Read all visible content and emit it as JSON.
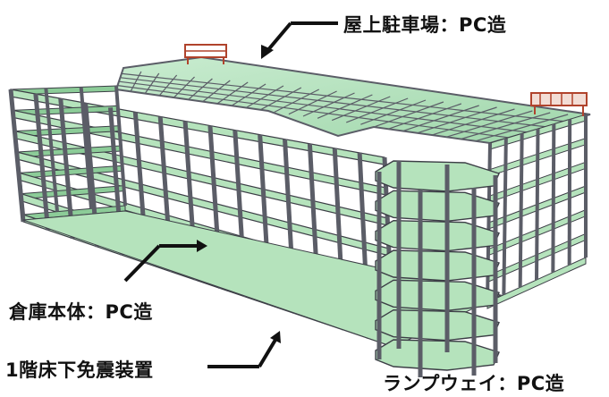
{
  "labels": {
    "roof_parking": "屋上駐車場：PC造",
    "warehouse_body": "倉庫本体：PC造",
    "seismic_isolation": "1階床下免震装置",
    "rampway": "ランプウェイ：PC造"
  },
  "colors": {
    "frame": "#5b5d67",
    "frame_dark": "#3c3e46",
    "slab": "#b5e3bc",
    "slab_dark": "#8ccc98",
    "roof_cage": "#b0432c",
    "arrow": "#111111"
  },
  "building": {
    "floors": 6,
    "main_bays": 15,
    "ramp_floors": 6
  }
}
